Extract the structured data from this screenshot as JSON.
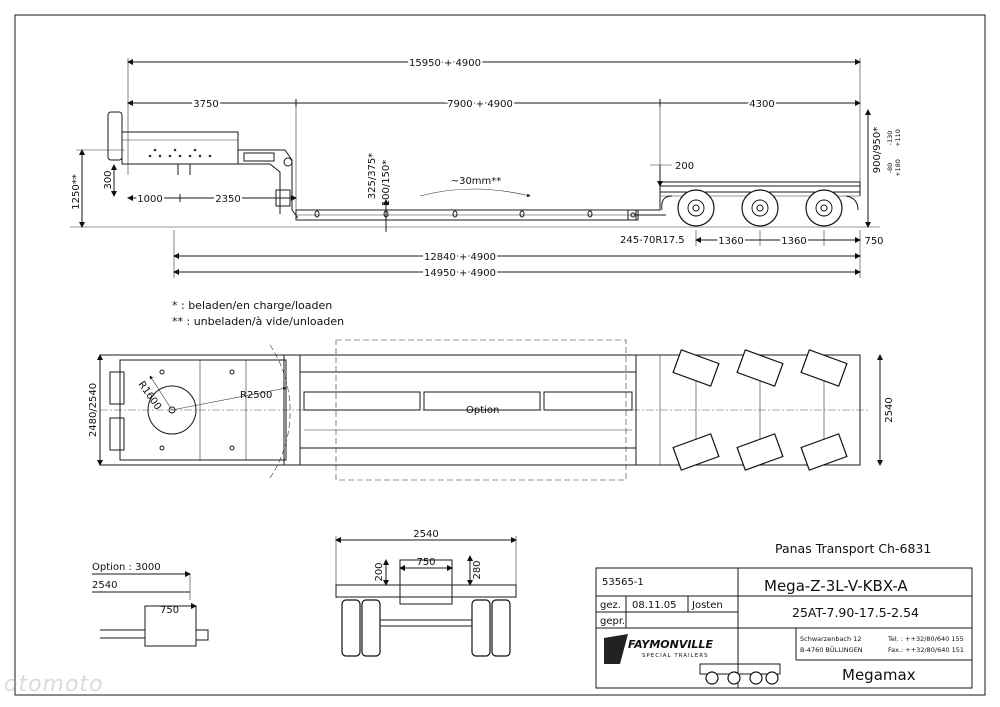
{
  "side_view": {
    "overall": "15950 + 4900",
    "gooseneck": "3750",
    "deck": "7900 +   4900",
    "rear": "4300",
    "front_height": "1250**",
    "kingpin_height": "300",
    "front_1000": "1000",
    "front_2350": "2350",
    "deck_height": "325/375*",
    "deck_height2": "100/150*",
    "sag": "~30mm**",
    "rear_200": "200",
    "ride_height": "900/950*",
    "adjust1": "-80",
    "adjust2": "+180",
    "adjust3": "-130",
    "adjust4": "+110",
    "tyres": "245-70R17.5",
    "axle1": "1360",
    "axle2": "1360",
    "overhang": "750",
    "len_12840": "12840 + 4900",
    "len_14950": "14950 + 4900"
  },
  "legend": {
    "loaded": "* : beladen/en charge/loaden",
    "unloaded": "** : unbeladen/à vide/unloaden"
  },
  "top_view": {
    "width_front": "2480/2540",
    "radius1": "R1600",
    "radius2": "R2500",
    "option": "Option",
    "width_rear": "2540"
  },
  "option_detail": {
    "option": "Option : 3000",
    "width": "2540",
    "inner": "750"
  },
  "rear_view": {
    "width": "2540",
    "inner": "750",
    "h200": "200",
    "h280": "280"
  },
  "title_block": {
    "customer": "Panas Transport Ch-6831",
    "drawing_no": "53565-1",
    "gez_label": "gez.",
    "date": "08.11.05",
    "drawn_by": "Josten",
    "gepr_label": "gepr.",
    "model": "Mega-Z-3L-V-KBX-A",
    "spec": "25AT-7.90-17.5-2.54",
    "brand": "FAYMONVILLE",
    "brand_sub": "SPECIAL TRAILERS",
    "address1": "Schwarzenbach 12",
    "address2": "B-4760 BÜLLINGEN",
    "tel": "Tel. : ++32/80/640 155",
    "fax": "Fax.: ++32/80/640 151",
    "product": "Megamax"
  },
  "watermark": "otomoto"
}
